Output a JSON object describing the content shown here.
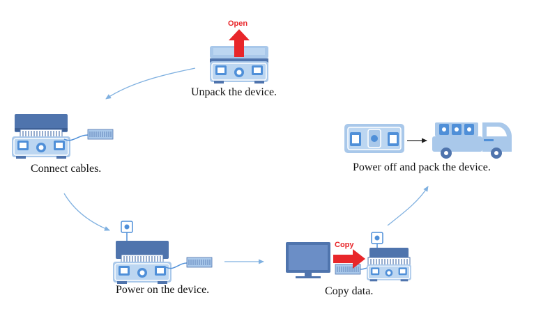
{
  "steps": {
    "unpack": {
      "caption": "Unpack the device.",
      "tag": "Open"
    },
    "connect": {
      "caption": "Connect cables."
    },
    "power_on": {
      "caption": "Power on the device."
    },
    "copy": {
      "caption": "Copy data.",
      "tag": "Copy"
    },
    "pack": {
      "caption": "Power off and pack the device."
    }
  },
  "colors": {
    "device_light": "#a9c8ea",
    "device_dark": "#4f74ad",
    "accent_blue": "#4f8fd8",
    "flow_arrow": "#7fb0e0",
    "highlight_arrow": "#e8262a",
    "caption_text": "#111111"
  },
  "icons": [
    "device-case-icon",
    "cable-adapter-icon",
    "power-socket-icon",
    "monitor-icon",
    "truck-icon"
  ]
}
